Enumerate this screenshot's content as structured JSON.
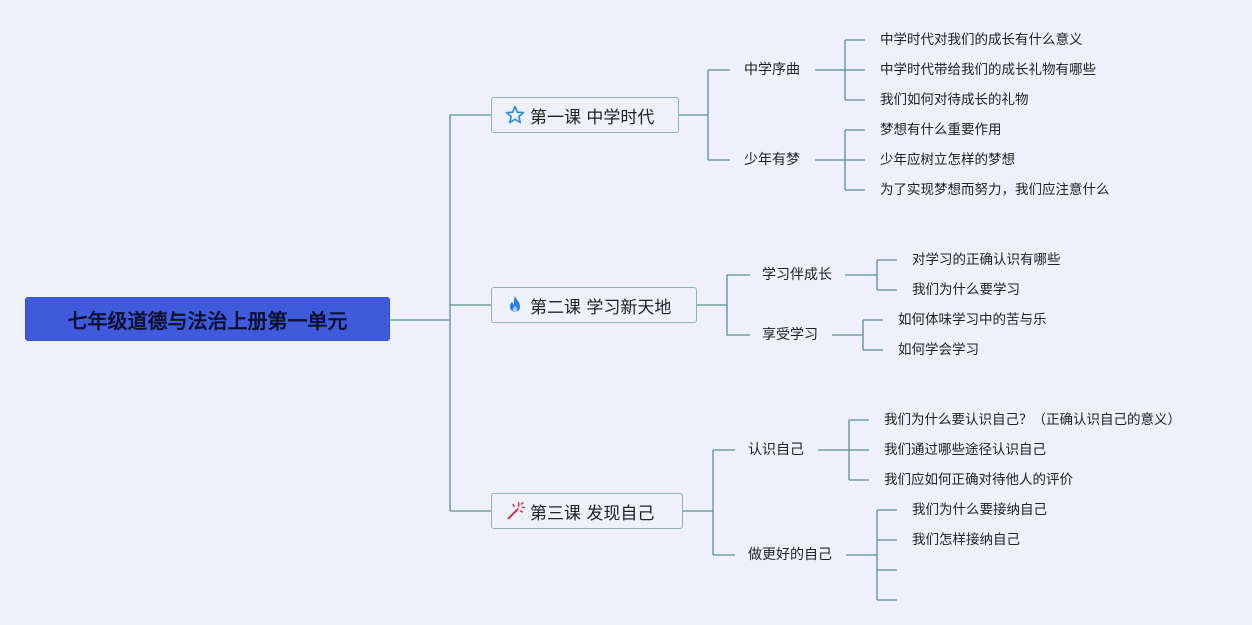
{
  "root": {
    "title": "七年级道德与法治上册第一单元"
  },
  "lessons": [
    {
      "title": "第一课 中学时代",
      "icon": "star-icon",
      "topics": [
        {
          "label": "中学序曲",
          "items": [
            "中学时代对我们的成长有什么意义",
            "中学时代带给我们的成长礼物有哪些",
            "我们如何对待成长的礼物"
          ]
        },
        {
          "label": "少年有梦",
          "items": [
            "梦想有什么重要作用",
            "少年应树立怎样的梦想",
            "为了实现梦想而努力，我们应注意什么"
          ]
        }
      ]
    },
    {
      "title": "第二课 学习新天地",
      "icon": "flame-icon",
      "topics": [
        {
          "label": "学习伴成长",
          "items": [
            "对学习的正确认识有哪些",
            "我们为什么要学习"
          ]
        },
        {
          "label": "享受学习",
          "items": [
            "如何体味学习中的苦与乐",
            "如何学会学习"
          ]
        }
      ]
    },
    {
      "title": "第三课 发现自己",
      "icon": "magic-wand-icon",
      "topics": [
        {
          "label": "认识自己",
          "items": [
            "我们为什么要认识自己？（正确认识自己的意义）",
            "我们通过哪些途径认识自己",
            "我们应如何正确对待他人的评价"
          ]
        },
        {
          "label": "做更好的自己",
          "items": [
            "我们为什么要接纳自己",
            "我们怎样接纳自己",
            "",
            ""
          ]
        }
      ]
    }
  ],
  "colors": {
    "root_fill": "#3f5bdc",
    "line": "#5a8f91",
    "node_border": "#8fb3b0",
    "background": "#eef0fb"
  }
}
